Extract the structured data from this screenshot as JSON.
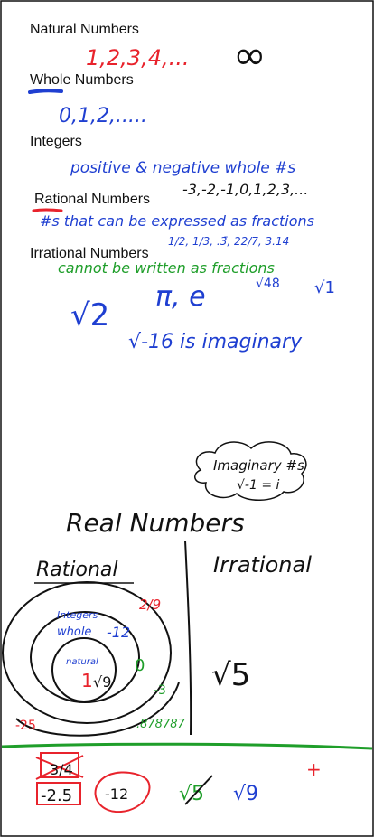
{
  "colors": {
    "red": "#e8232c",
    "blue": "#1f3fd1",
    "green": "#1f9e2a",
    "black": "#111111"
  },
  "typed": {
    "natural": "Natural Numbers",
    "whole": "Whole Numbers",
    "integers": "Integers",
    "rational": "Rational Numbers",
    "irrational": "Irrational Numbers"
  },
  "ink": {
    "natural_list": "1,2,3,4,...",
    "infinity": "∞",
    "whole_list": "0,1,2,.....",
    "pos_neg": "positive & negative whole #s",
    "integer_list": "-3,-2,-1,0,1,2,3,...",
    "expressed": "#s that can be expressed as fractions",
    "fraction_examples": "1/2, 1/3, .3̄, 22/7, 3.14",
    "cannot": "cannot be written as fractions",
    "pi_e": "π, e",
    "sqrt48": "√48",
    "sqrt1": "√1",
    "sqrt2": "√2",
    "sqrt_neg16": "√-16 is imaginary",
    "imaginary_a": "Imaginary #s",
    "imaginary_b": "√-1 = i",
    "real_numbers": "Real Numbers",
    "rational_head": "Rational",
    "irrational_head": "Irrational",
    "two_ninths": "2/9",
    "integers_ring": "Integers",
    "whole_ring": "whole",
    "neg12": "-12",
    "natural_ring": "natural",
    "one": "1",
    "sqrt9_inner": "√9",
    "zero": "0",
    "neg3": "-3",
    "neg25": "-25",
    "repeat": ".878787",
    "sqrt5": "√5",
    "b_frac": "3/4",
    "b_neg25": "-2.5",
    "b_neg12": "-12",
    "b_sqrt5": "√5",
    "b_sqrt9": "√9",
    "b_plus": "+"
  }
}
